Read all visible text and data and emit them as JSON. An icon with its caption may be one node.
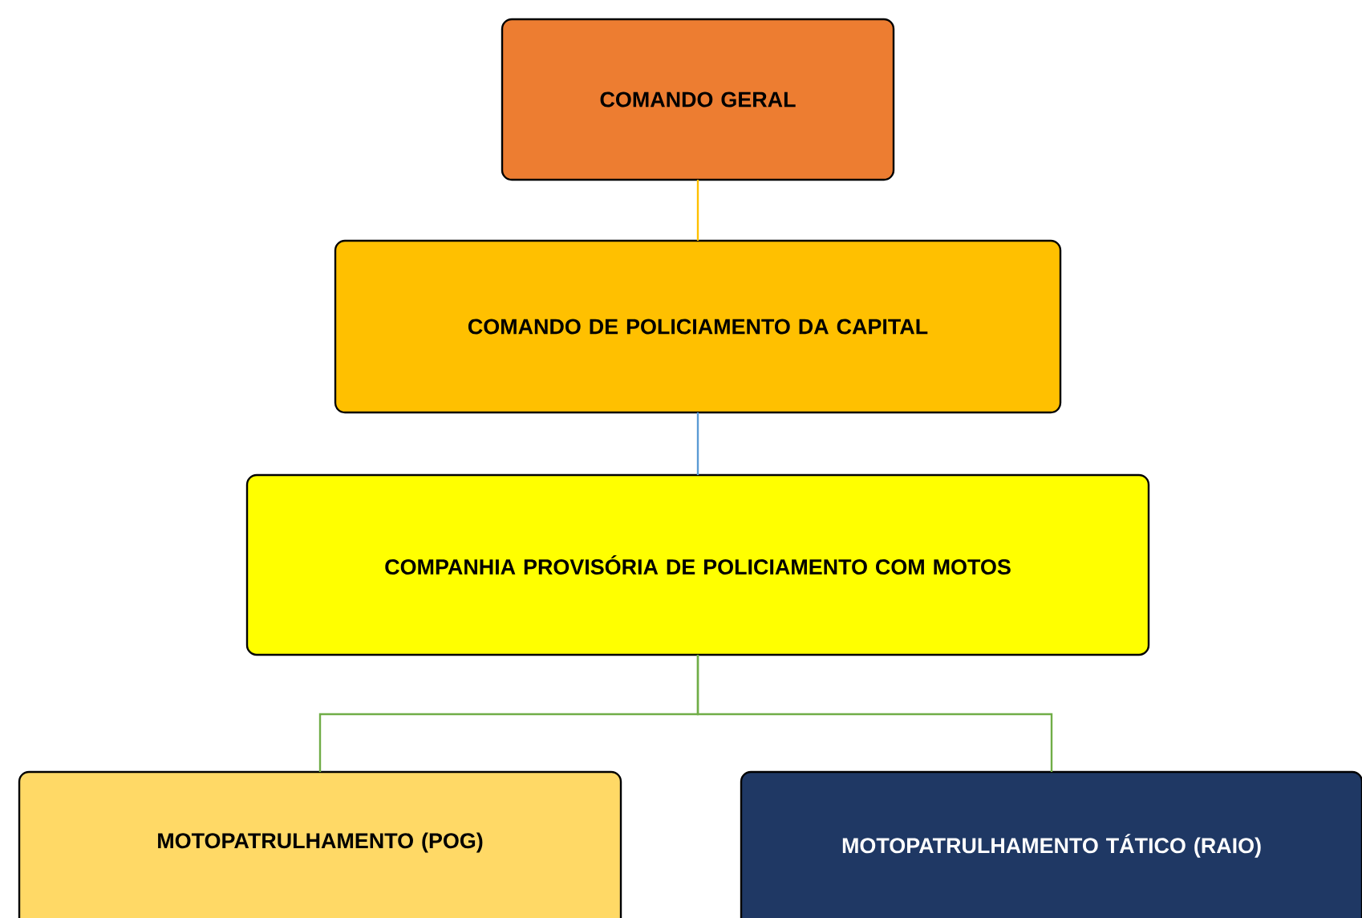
{
  "diagram": {
    "nodes": [
      {
        "text": [
          "COMANDO GERAL"
        ]
      },
      {
        "text": [
          "COMANDO DE POLICIAMENTO DA CAPITAL"
        ]
      },
      {
        "text": [
          "COMPANHIA PROVISÓRIA DE POLICIAMENTO COM MOTOS"
        ]
      },
      {
        "text": [
          "MOTOPATRULHAMENTO (POG)"
        ]
      },
      {
        "text": [
          "MOTOPATRULHAMENTO TÁTICO (RAIO)"
        ]
      }
    ],
    "edges": [
      {
        "from": 0,
        "to": 1,
        "arrow": "none",
        "color": "#ffc000"
      },
      {
        "from": 1,
        "to": 2,
        "arrow": "none",
        "color": "#5b9bd5"
      },
      {
        "from": 2,
        "to": 3,
        "arrow": "none"
      },
      {
        "from": 2,
        "to": 4,
        "arrow": "none"
      }
    ]
  }
}
